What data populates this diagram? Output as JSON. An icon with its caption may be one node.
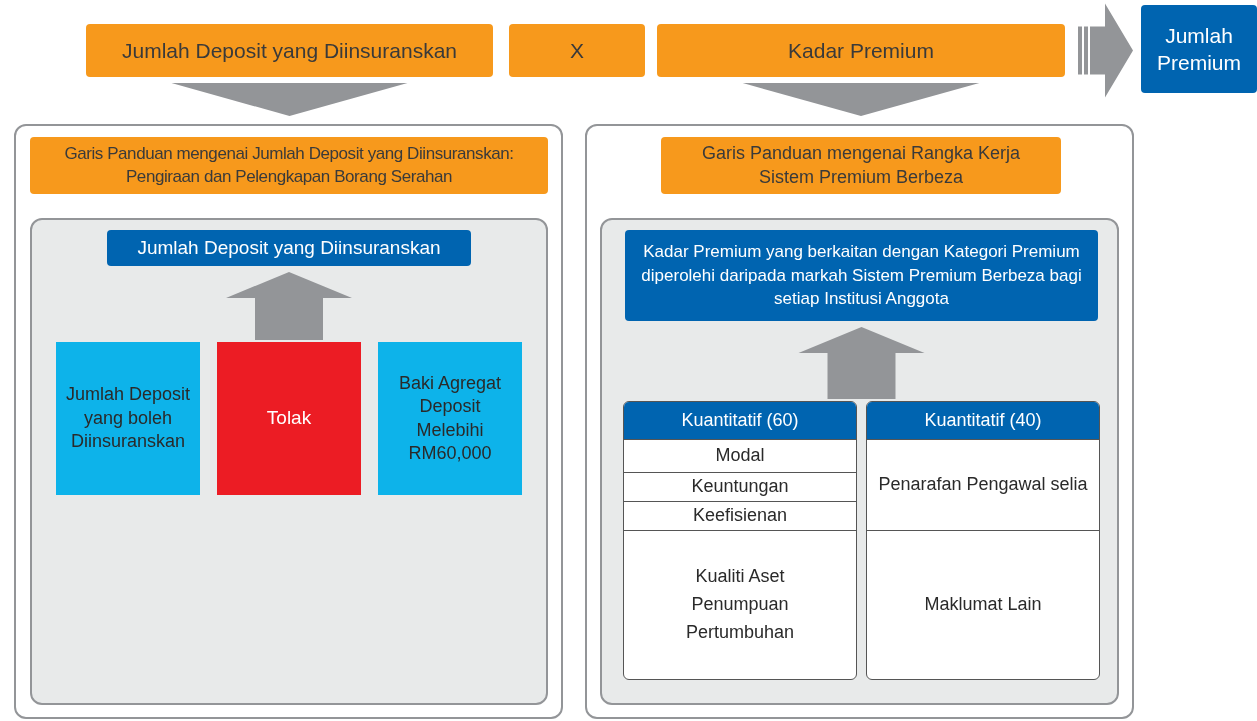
{
  "diagram": {
    "nodes": [
      {
        "text": [
          "Jumlah Deposit yang Diinsuranskan"
        ]
      },
      {
        "text": [
          "X"
        ]
      },
      {
        "text": [
          "Kadar Premium"
        ]
      },
      {
        "text": [
          "Jumlah Premium"
        ]
      },
      {
        "text": [],
        "shape": "box"
      },
      {
        "text": [
          "Garis Panduan mengenai Jumlah Deposit yang Diinsuranskan: Pengiraan dan Pelengkapan Borang Serahan"
        ],
        "in": 4
      },
      {
        "text": [],
        "shape": "box",
        "in": 4
      },
      {
        "text": [
          "Jumlah Deposit yang Diinsuranskan"
        ],
        "in": 6
      },
      {
        "text": [
          "Jumlah Deposit yang boleh Diinsuranskan"
        ],
        "in": 6
      },
      {
        "text": [
          "Tolak"
        ],
        "in": 6
      },
      {
        "text": [
          "Baki Agregat Deposit Melebihi RM60,000"
        ],
        "in": 6
      },
      {
        "text": [],
        "shape": "box"
      },
      {
        "text": [
          "Garis Panduan mengenai Rangka Kerja Sistem Premium Berbeza"
        ],
        "in": 11
      },
      {
        "text": [],
        "shape": "box",
        "in": 11
      },
      {
        "text": [
          "Kadar Premium yang berkaitan dengan Kategori Premium diperolehi daripada markah Sistem Premium Berbeza bagi setiap Institusi Anggota"
        ],
        "in": 13
      },
      {
        "text": [
          "Kuantitatif (60)",
          "Modal",
          "Keuntungan",
          "Keefisienan",
          "Kualiti Aset",
          "Penumpuan",
          "Pertumbuhan"
        ],
        "in": 13
      },
      {
        "text": [
          "Kuantitatif (40)",
          "Penarafan Pengawal selia",
          "Maklumat Lain"
        ],
        "in": 13
      }
    ],
    "edges": [
      {
        "from": 0,
        "to": 4,
        "arrow": "to",
        "style": "thick"
      },
      {
        "from": 2,
        "to": 11,
        "arrow": "to",
        "style": "thick"
      },
      {
        "from": 2,
        "to": 3,
        "arrow": "to",
        "style": "thick"
      },
      {
        "from": 9,
        "to": 7,
        "arrow": "to",
        "style": "thick"
      },
      {
        "from": 15,
        "to": 14,
        "arrow": "to",
        "style": "thick"
      },
      {
        "from": 16,
        "to": 14,
        "arrow": "to",
        "style": "thick"
      }
    ]
  }
}
